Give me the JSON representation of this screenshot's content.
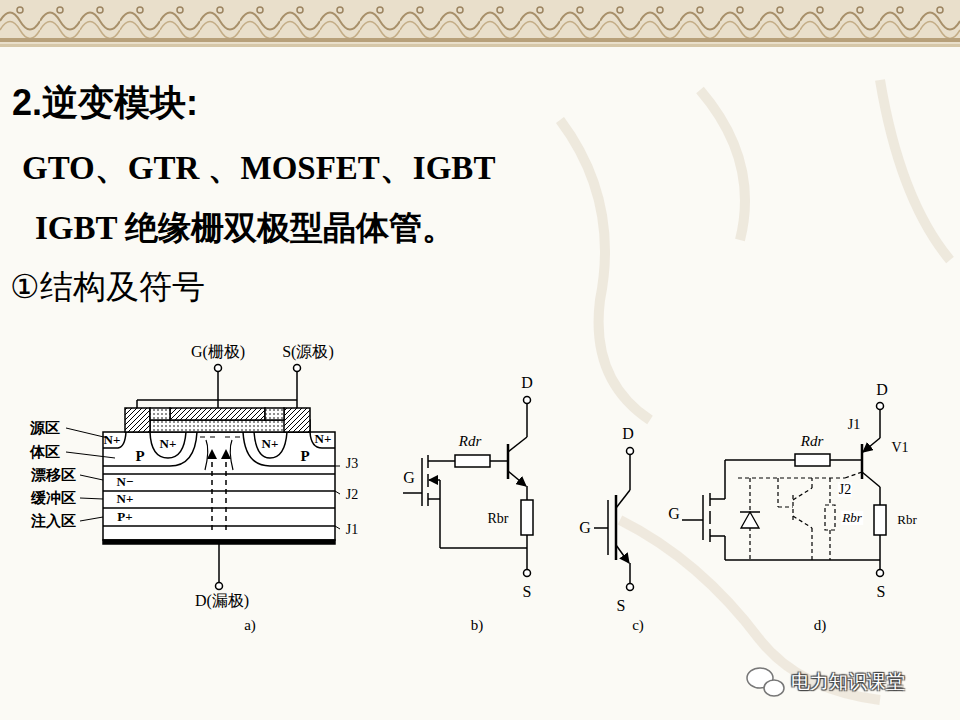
{
  "diagram": {
    "title": "2.逆变模块:",
    "labels": [
      "GTO、GTR 、MOSFET、IGBT",
      "IGBT 绝缘栅双极型晶体管。",
      "①结构及符号",
      "G(栅极)",
      "S(源极)",
      "源区",
      "体区",
      "漂移区",
      "缓冲区",
      "注入区",
      "N+",
      "N+",
      "N+",
      "N+",
      "P",
      "P",
      "N−",
      "N+",
      "P+",
      "J3",
      "J2",
      "J1",
      "D(漏极)",
      "a)",
      "D",
      "Rdr",
      "G",
      "Rbr",
      "S",
      "b)",
      "D",
      "G",
      "S",
      "c)",
      "D",
      "Rdr",
      "J1",
      "V1",
      "J2",
      "G",
      "Rbr",
      "Rbr",
      "S",
      "d)",
      "电力知识课堂"
    ]
  }
}
